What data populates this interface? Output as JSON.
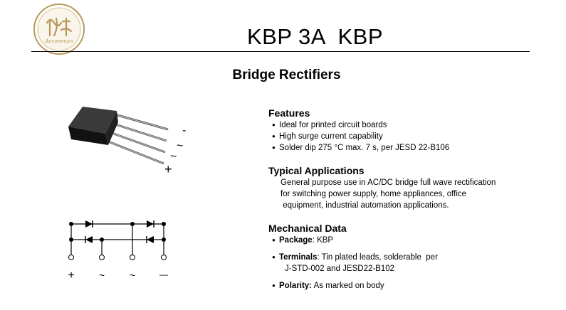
{
  "header": {
    "title": "KBP 3A  KBP",
    "logo_text": "Accomman"
  },
  "subtitle": "Bridge Rectifiers",
  "package_pins": [
    "-",
    "~",
    "~",
    "+"
  ],
  "circuit_labels": [
    "+",
    "~",
    "~",
    "—"
  ],
  "features": {
    "heading": "Features",
    "items": [
      "Ideal for printed circuit boards",
      "High surge current capability",
      "Solder dip 275 °C max. 7 s, per JESD 22-B106"
    ]
  },
  "applications": {
    "heading": "Typical Applications",
    "lines": [
      "General purpose use in AC/DC bridge full wave rectification",
      "for switching power supply, home appliances, office",
      " equipment, industrial automation applications."
    ]
  },
  "mechanical": {
    "heading": "Mechanical Data",
    "package_label": "Package",
    "package_value": ": KBP",
    "terminals_label": "Terminals",
    "terminals_value": ": Tin plated leads, solderable  per",
    "terminals_cont": "J-STD-002 and JESD22-B102",
    "polarity_label": "Polarity:",
    "polarity_value": " As marked on body"
  },
  "colors": {
    "logo_gold": "#b8975a",
    "body_dark": "#1a1a1a"
  }
}
